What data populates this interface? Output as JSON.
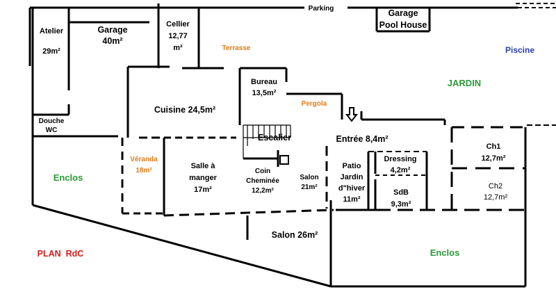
{
  "labels": {
    "parking": "Parking",
    "garage_pool_1": "Garage",
    "garage_pool_2": "Pool House",
    "atelier_1": "Atelier",
    "atelier_2": "29m²",
    "garage_1": "Garage",
    "garage_2": "40m²",
    "cellier_1": "Cellier",
    "cellier_2": "12,77",
    "cellier_3": "m²",
    "terrasse": "Terrasse",
    "piscine": "Piscine",
    "jardin": "JARDIN",
    "bureau_1": "Bureau",
    "bureau_2": "13,5m²",
    "pergola": "Pergola",
    "cuisine": "Cuisine 24,5m²",
    "douche_1": "Douche",
    "douche_2": "WC",
    "escalier": "Escalier",
    "entree": "Entrée 8,4m²",
    "ch1_1": "Ch1",
    "ch1_2": "12,7m²",
    "ch2_1": "Ch2",
    "ch2_2": "12,7m²",
    "veranda_1": "Véranda",
    "veranda_2": "18m²",
    "salle_1": "Salle à",
    "salle_2": "manger",
    "salle_3": "17m²",
    "coin_1": "Coin",
    "coin_2": "Cheminée",
    "coin_3": "12,2m²",
    "salon21_1": "Salon",
    "salon21_2": "21m²",
    "patio_1": "Patio",
    "patio_2": "Jardin",
    "patio_3": "d\"hiver",
    "patio_4": "11m²",
    "dressing_1": "Dressing",
    "dressing_2": "4,2m²",
    "sdb_1": "SdB",
    "sdb_2": "9,3m²",
    "enclos_left": "Enclos",
    "enclos_right": "Enclos",
    "salon26": "Salon 26m²",
    "plan": "PLAN  RdC"
  },
  "colors": {
    "walls": "#000000",
    "terrace_labels": "#e07b15",
    "garden_labels": "#2a9a36",
    "pool_label": "#2a3fa8",
    "plan_title": "#d91c1c"
  },
  "icons": [
    "entrance-arrow-icon",
    "stair-icon"
  ]
}
